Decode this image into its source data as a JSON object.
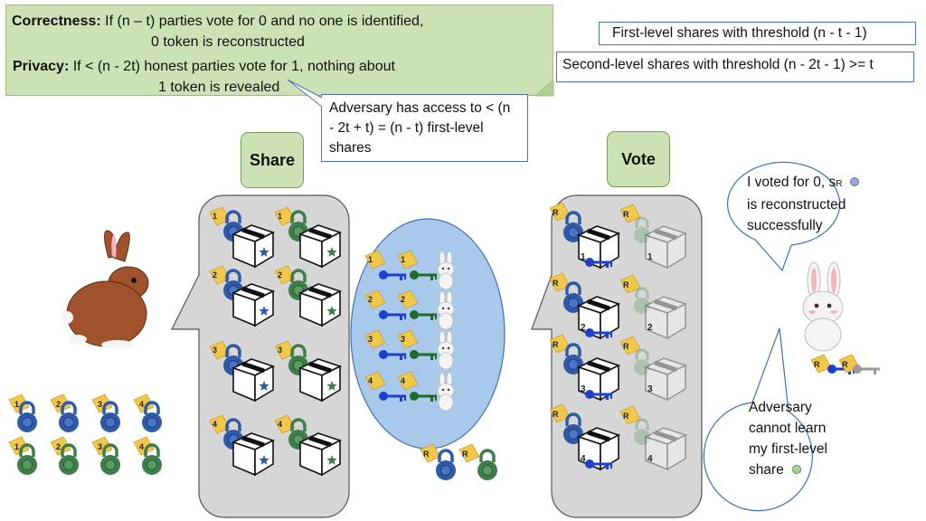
{
  "top_note": {
    "correctness_label": "Correctness:",
    "correctness_text_1": "If (n – t) parties vote for 0 and no one is identified,",
    "correctness_text_2": "0 token is reconstructed",
    "privacy_label": "Privacy:",
    "privacy_text_1": "If < (n - 2t) honest parties vote for 1, nothing about",
    "privacy_text_2": "1 token is revealed"
  },
  "legend": {
    "first_level": "First-level shares with threshold (n - t - 1)",
    "second_level": "Second-level shares with threshold (n - 2t - 1) >= t"
  },
  "adversary_callout": {
    "line1": "Adversary has access to < (n",
    "line2": "- 2t + t) = (n - t) first-level",
    "line3": "shares"
  },
  "share_label": "Share",
  "vote_label": "Vote",
  "voted_bubble": {
    "line1": "I voted for 0, s",
    "subscript": "R",
    "line2": "is reconstructed",
    "line3": "successfully"
  },
  "adversary_bubble": {
    "line1": "Adversary",
    "line2": "cannot learn",
    "line3": "my first-level",
    "line4": "share"
  },
  "tag_numbers": [
    "1",
    "2",
    "3",
    "4"
  ],
  "tag_r": "R",
  "colors": {
    "note_fill": "#cde2b4",
    "blue_lock": "#2f5aa8",
    "green_lock": "#3f7d4a",
    "ellipse_fill": "#a9c9eb",
    "panel_fill": "#d6d6d6",
    "tag_yellow": "#f3c84a"
  }
}
